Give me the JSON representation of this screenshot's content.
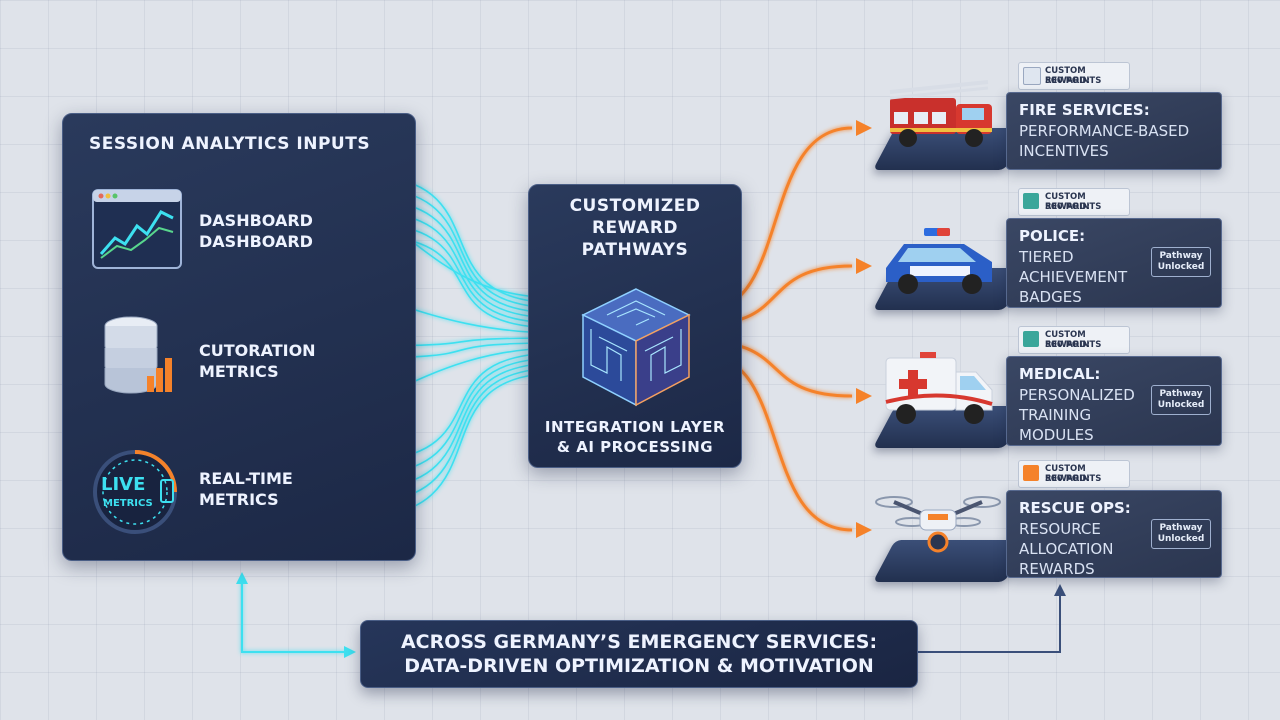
{
  "inputs": {
    "title": "Session Analytics Inputs",
    "items": [
      {
        "label_line1": "Dashboard",
        "label_line2": "Dashboard",
        "icon": "dashboard-chart-icon"
      },
      {
        "label_line1": "Cutoration",
        "label_line2": "Metrics",
        "icon": "database-icon"
      },
      {
        "label_line1": "Real-Time",
        "label_line2": "Metrics",
        "icon": "live-metrics-icon",
        "icon_text1": "LIVE",
        "icon_text2": "METRICS"
      }
    ]
  },
  "core": {
    "title_line1": "Customized",
    "title_line2": "Reward",
    "title_line3": "Pathways",
    "subtitle_line1": "Integration Layer",
    "subtitle_line2": "& AI Processing",
    "icon": "maze-cube-icon"
  },
  "outputs": [
    {
      "tag_line1": "Custom Reward:",
      "tag_line2": "500 Points",
      "heading": "Fire Services:",
      "body_line1": "Performance-Based",
      "body_line2": "Incentives",
      "body_line3": "",
      "badge_line1": "",
      "badge_line2": "",
      "icon": "fire-truck-icon"
    },
    {
      "tag_line1": "Custom Reward:",
      "tag_line2": "500 Points",
      "heading": "Police:",
      "body_line1": "Tiered",
      "body_line2": "Achievement",
      "body_line3": "Badges",
      "badge_line1": "Pathway",
      "badge_line2": "Unlocked",
      "icon": "police-car-icon"
    },
    {
      "tag_line1": "Custom Reward:",
      "tag_line2": "500 Points",
      "heading": "Medical:",
      "body_line1": "Personalized",
      "body_line2": "Training",
      "body_line3": "Modules",
      "badge_line1": "Pathway",
      "badge_line2": "Unlocked",
      "icon": "ambulance-icon"
    },
    {
      "tag_line1": "Custom Reward:",
      "tag_line2": "500 Points",
      "heading": "Rescue Ops:",
      "body_line1": "Resource",
      "body_line2": "Allocation",
      "body_line3": "Rewards",
      "badge_line1": "Pathway",
      "badge_line2": "Unlocked",
      "icon": "drone-icon"
    }
  ],
  "footer": {
    "line1": "Across Germany’s Emergency Services:",
    "line2": "Data-Driven Optimization & Motivation"
  },
  "colors": {
    "input_flow": "#3de0f0",
    "output_flow": "#f5822a",
    "feedback_flow": "#3a4f7a"
  }
}
